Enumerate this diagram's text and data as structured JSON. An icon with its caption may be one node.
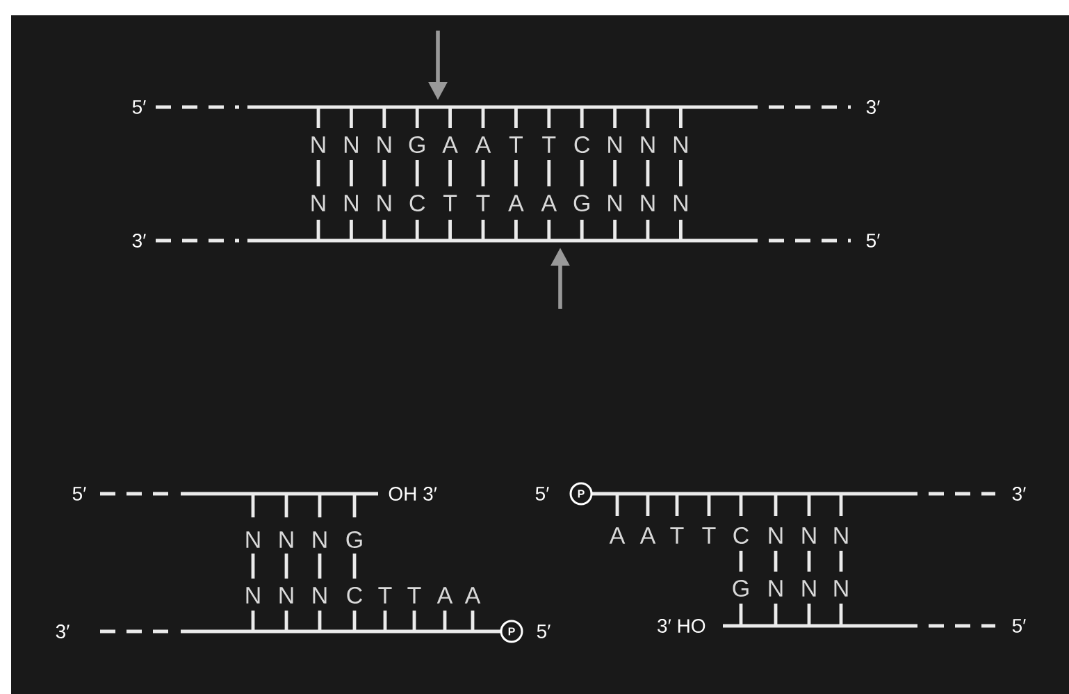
{
  "diagram": {
    "nodes": [
      {
        "text": [
          "P"
        ]
      },
      {
        "text": [
          "P"
        ]
      }
    ],
    "labels": [
      "5′",
      "3′",
      "N",
      "N",
      "N",
      "G",
      "A",
      "A",
      "T",
      "T",
      "C",
      "N",
      "N",
      "N",
      "N",
      "N",
      "N",
      "C",
      "T",
      "T",
      "A",
      "A",
      "G",
      "N",
      "N",
      "N",
      "3′",
      "5′",
      "5′",
      "OH 3′",
      "5′",
      "3′",
      "N",
      "N",
      "N",
      "G",
      "A",
      "A",
      "T",
      "T",
      "C",
      "N",
      "N",
      "N",
      "N",
      "N",
      "N",
      "C",
      "T",
      "T",
      "A",
      "A",
      "G",
      "N",
      "N",
      "N",
      "3′",
      "5′",
      "3′ HO",
      "5′"
    ]
  }
}
